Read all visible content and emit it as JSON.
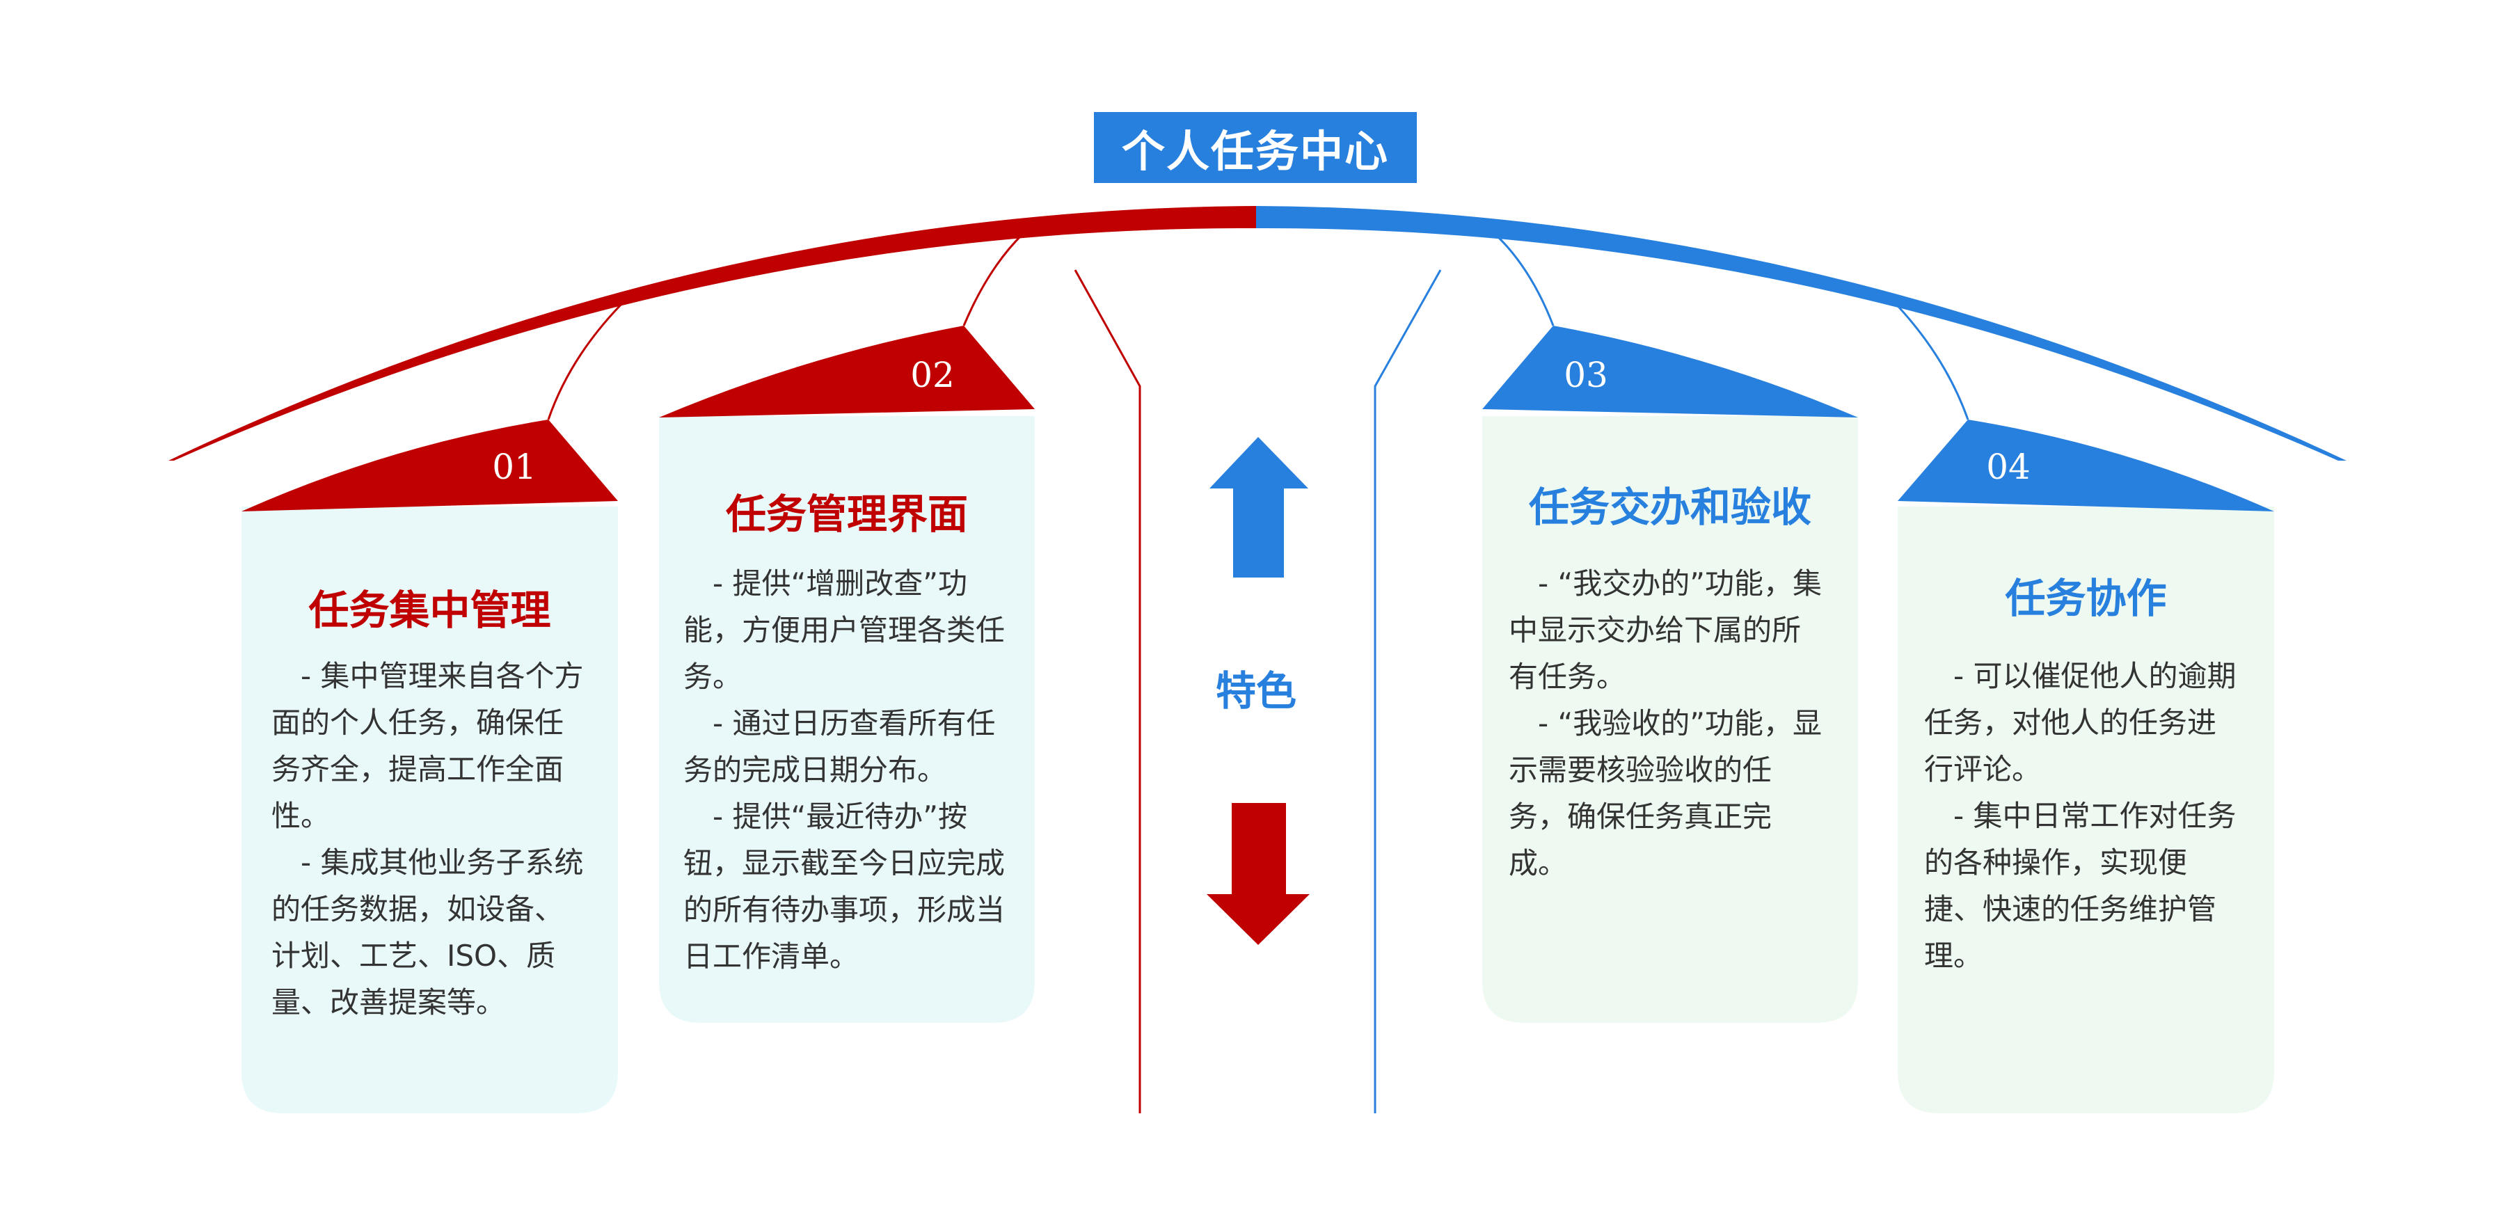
{
  "colors": {
    "red": "#c00000",
    "blue": "#2880de",
    "card_red_bg": "#e9f9f9",
    "card_blue_bg": "#eefaf1"
  },
  "title": "个人任务中心",
  "center_label": "特色",
  "icons": [
    "up-arrow-icon",
    "down-arrow-icon"
  ],
  "cards": [
    {
      "num": "01",
      "title": "任务集中管理",
      "body": "　- 集中管理来自各个方面的个人任务，确保任务齐全，提高工作全面性。\n　- 集成其他业务子系统的任务数据，如设备、计划、工艺、ISO、质量、改善提案等。"
    },
    {
      "num": "02",
      "title": "任务管理界面",
      "body": "　- 提供“增删改查”功能，方便用户管理各类任务。\n　- 通过日历查看所有任务的完成日期分布。\n　- 提供“最近待办”按钮，显示截至今日应完成的所有待办事项，形成当日工作清单。"
    },
    {
      "num": "03",
      "title": "任务交办和验收",
      "body": "　- “我交办的”功能，集中显示交办给下属的所有任务。\n　- “我验收的”功能，显示需要核验验收的任务，确保任务真正完成。"
    },
    {
      "num": "04",
      "title": "任务协作",
      "body": "　- 可以催促他人的逾期任务，对他人的任务进行评论。\n　- 集中日常工作对任务的各种操作，实现便捷、快速的任务维护管理。"
    }
  ]
}
